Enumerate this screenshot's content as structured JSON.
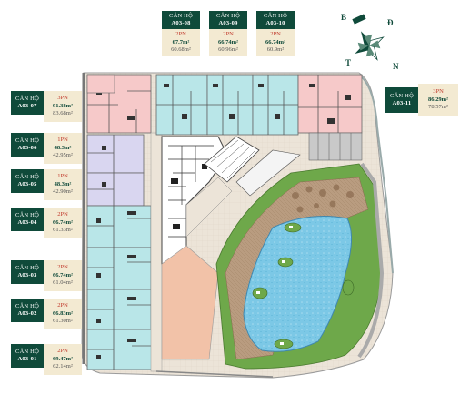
{
  "plan_label": "CĂN HỘ",
  "units": [
    {
      "code": "A03-01",
      "type": "2PN",
      "total_area": "69.47m²",
      "net_area": "62.14m²"
    },
    {
      "code": "A03-02",
      "type": "2PN",
      "total_area": "66.83m²",
      "net_area": "61.30m²"
    },
    {
      "code": "A03-03",
      "type": "2PN",
      "total_area": "66.74m²",
      "net_area": "61.04m²"
    },
    {
      "code": "A03-04",
      "type": "2PN",
      "total_area": "66.74m²",
      "net_area": "61.33m²"
    },
    {
      "code": "A03-05",
      "type": "1PN",
      "total_area": "48.3m²",
      "net_area": "42.90m²"
    },
    {
      "code": "A03-06",
      "type": "1PN",
      "total_area": "48.3m²",
      "net_area": "42.95m²"
    },
    {
      "code": "A03-07",
      "type": "3PN",
      "total_area": "91.38m²",
      "net_area": "83.68m²"
    },
    {
      "code": "A03-08",
      "type": "2PN",
      "total_area": "67.7m²",
      "net_area": "60.68m²"
    },
    {
      "code": "A03-09",
      "type": "2PN",
      "total_area": "66.74m²",
      "net_area": "60.96m²"
    },
    {
      "code": "A03-10",
      "type": "2PN",
      "total_area": "66.74m²",
      "net_area": "60.9m²"
    },
    {
      "code": "A03-11",
      "type": "3PN",
      "total_area": "86.29m²",
      "net_area": "78.57m²"
    }
  ],
  "compass": {
    "north": "B",
    "east": "Đ",
    "south": "N",
    "west": "T"
  },
  "colors": {
    "label_dark": "#0f4a3a",
    "label_light": "#f3ead2",
    "unit_2pn": "#b9e6e8",
    "unit_1pn": "#d9d6f0",
    "unit_3pn": "#f6c9c9",
    "pool": "#7cc8e6",
    "deck": "#b79a7e",
    "lawn": "#6ea84a",
    "core": "#f2e2d4"
  }
}
